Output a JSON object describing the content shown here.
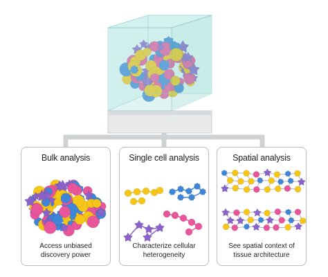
{
  "panels": [
    {
      "title": "Bulk analysis",
      "description": [
        "Access unbiased",
        "discovery power"
      ]
    },
    {
      "title": "Single cell analysis",
      "description": [
        "Characterize cellular",
        "heterogeneity"
      ]
    },
    {
      "title": "Spatial analysis",
      "description": [
        "See spatial context of",
        "tissue architecture"
      ]
    }
  ],
  "colors": {
    "yellow": "#f5c518",
    "pink": "#e8559b",
    "blue": "#3f86d8",
    "purple": "#8a62c9",
    "connector": "#cfd2d5",
    "glass": "#bfe9e6",
    "pedestal": "#e4e6e8"
  },
  "icons": [
    "glass-display-case-icon",
    "tissue-cell-cluster-icon",
    "cell-network-icon",
    "spatial-cell-grid-icon"
  ]
}
